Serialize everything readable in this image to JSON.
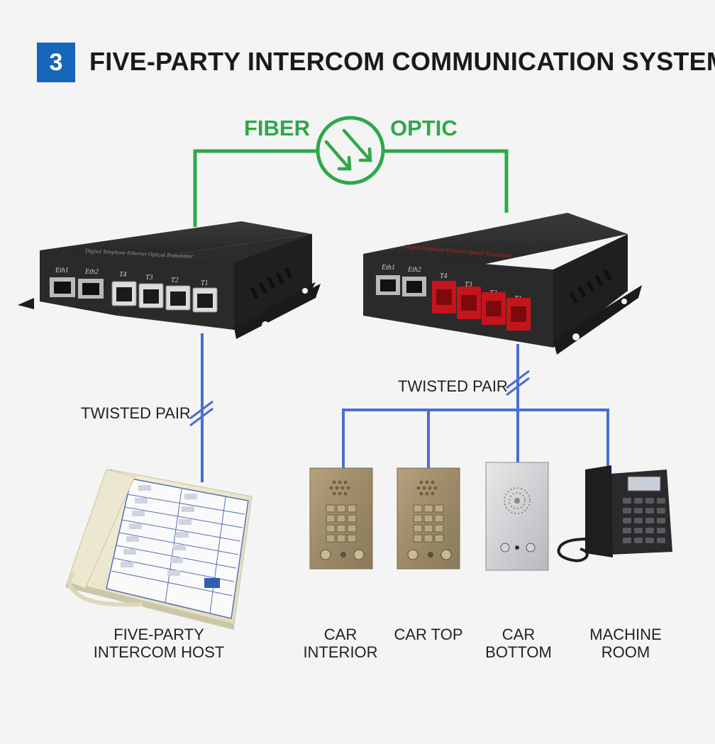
{
  "header": {
    "number": "3",
    "title": "FIVE-PARTY INTERCOM COMMUNICATION SYSTEM"
  },
  "link": {
    "word1": "FIBER",
    "word2": "OPTIC"
  },
  "devices": {
    "left": {
      "label": "Digital Telephone Ethernet Optical Transmitter",
      "ports": [
        "Eth1",
        "Eth2",
        "T4",
        "T3",
        "T2",
        "T1"
      ]
    },
    "right": {
      "label": "Digital Telephone Ethernet Optical Transmitter",
      "ports": [
        "Eth1",
        "Eth2",
        "T4",
        "T3",
        "T2",
        "T1"
      ]
    }
  },
  "cables": {
    "left": "TWISTED PAIR",
    "right": "TWISTED PAIR"
  },
  "endpoints": {
    "host": {
      "line1": "FIVE-PARTY",
      "line2": "INTERCOM HOST"
    },
    "car_interior": {
      "line1": "CAR",
      "line2": "INTERIOR"
    },
    "car_top": {
      "line1": "CAR TOP"
    },
    "car_bottom": {
      "line1": "CAR",
      "line2": "BOTTOM"
    },
    "machine_room": {
      "line1": "MACHINE",
      "line2": "ROOM"
    }
  },
  "colors": {
    "badge": "#1565b8",
    "fiber": "#2ea84a",
    "twisted_pair": "#4a6ecf",
    "rj11_right": "#c4151c"
  }
}
